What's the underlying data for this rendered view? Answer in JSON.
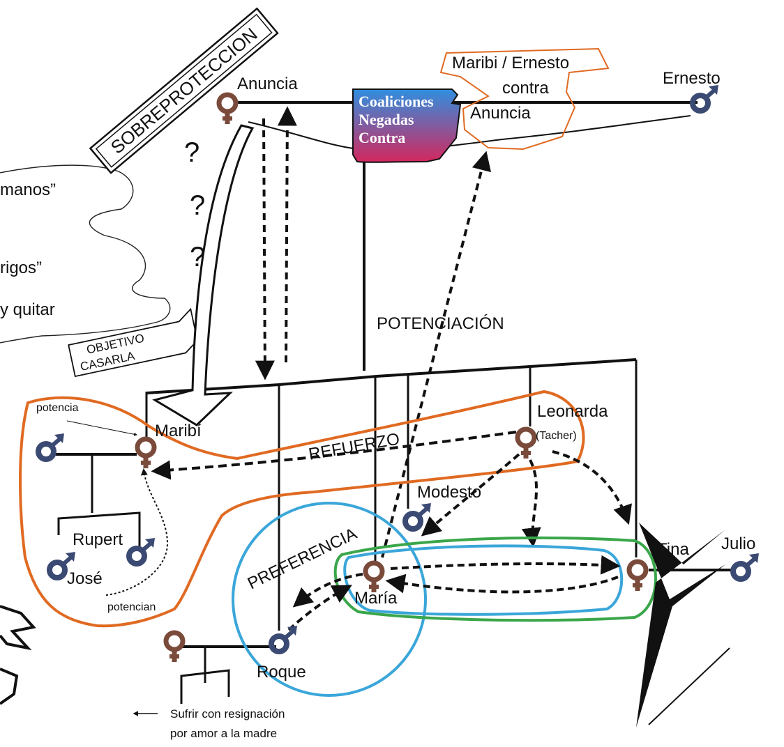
{
  "people": {
    "anuncia": "Anuncia",
    "ernesto": "Ernesto",
    "maribi": "Maribí",
    "leonarda": "Leonarda",
    "leonarda_note": "(Tacher)",
    "modesto": "Modesto",
    "rupert": "Rupert",
    "jose": "José",
    "maria": "María",
    "tina": "Tina",
    "julio": "Julio",
    "roque": "Roque"
  },
  "labels": {
    "sobreproteccion": "SOBREPROTECCION",
    "coaliciones": [
      "Coaliciones",
      "Negadas",
      "Contra"
    ],
    "maribi_ernesto": [
      "Maribi / Ernesto",
      "contra",
      "Anuncia"
    ],
    "question_marks": [
      "?",
      "?",
      "?"
    ],
    "potenciacion": "POTENCIACIÓN",
    "refuerzo": "REFUERZO",
    "preferencia": "PREFERENCIA",
    "potencia": "potencia",
    "potencian": "potencian",
    "objetivo": "OBJETIVO",
    "casarla": "CASARLA",
    "cloud_line1": "manos”",
    "cloud_line2": "rigos”",
    "cloud_line3": "y quitar",
    "resignacion": [
      "Sufrir con resignación",
      "por amor a la madre"
    ]
  },
  "colors": {
    "female": "#7a4a3a",
    "male": "#3b4a73",
    "orange": "#e06a22",
    "blue": "#3aa6d9",
    "green": "#3aa64a",
    "gradient_top": "#2f8fe0",
    "gradient_bottom": "#d4275d"
  }
}
